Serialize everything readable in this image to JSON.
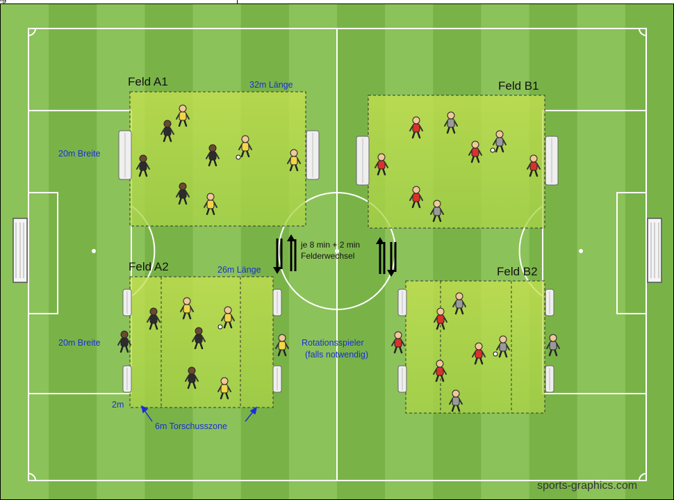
{
  "top_fragment": "ig",
  "fields": {
    "a1": {
      "title": "Feld A1",
      "length_label": "32m Länge",
      "width_label": "20m Breite"
    },
    "b1": {
      "title": "Feld B1"
    },
    "a2": {
      "title": "Feld A2",
      "length_label": "26m Länge",
      "width_label": "20m Breite",
      "gap_label": "2m",
      "zone_label": "6m Torschusszone"
    },
    "b2": {
      "title": "Feld B2"
    }
  },
  "center": {
    "line1": "je 8 min + 2 min",
    "line2": "Felderwechsel"
  },
  "rotation": {
    "line1": "Rotationsspieler",
    "line2": "(falls notwendig)"
  },
  "watermark": "sports-graphics.com",
  "colors": {
    "stripe_light": "#8cc25a",
    "stripe_dark": "#79b348",
    "field_zone": "#b5dc4c",
    "label_blue": "#1a2fd6",
    "team_yellow": "#f2d64a",
    "team_dark": "#2c2c2c",
    "team_red": "#d8322b",
    "team_grey": "#9a9a9a"
  }
}
